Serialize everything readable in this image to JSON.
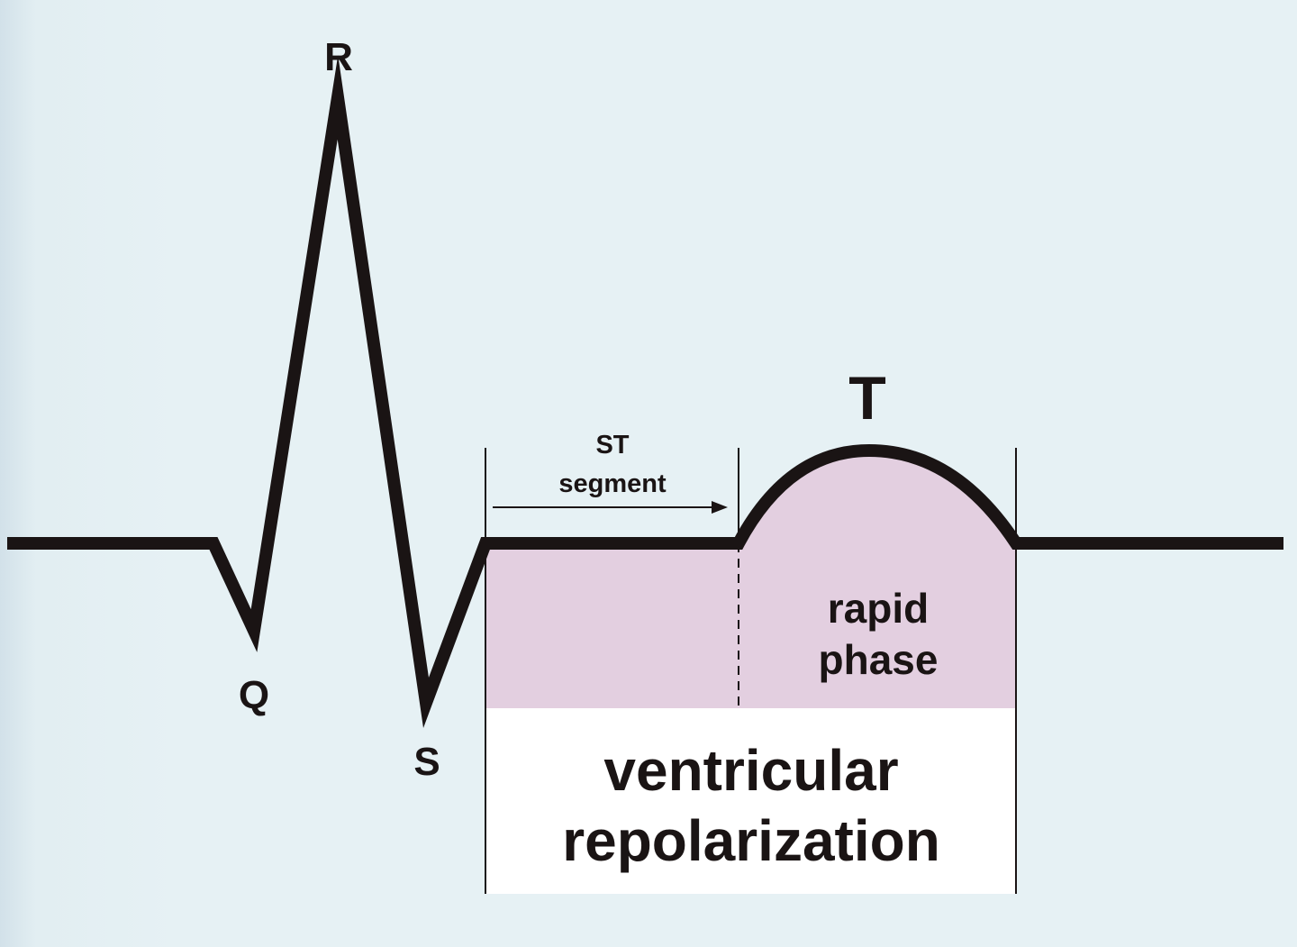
{
  "waves": {
    "q": "Q",
    "r": "R",
    "s": "S",
    "t": "T"
  },
  "st_segment": {
    "line1": "ST",
    "line2": "segment"
  },
  "t_wave_phase": {
    "line1": "rapid",
    "line2": "phase"
  },
  "repolarization": {
    "line1": "ventricular",
    "line2": "repolarization"
  },
  "colors": {
    "background": "#e6f1f4",
    "trace": "#1a1414",
    "shaded_region": "#e3cfe0",
    "label_box": "#ffffff"
  }
}
